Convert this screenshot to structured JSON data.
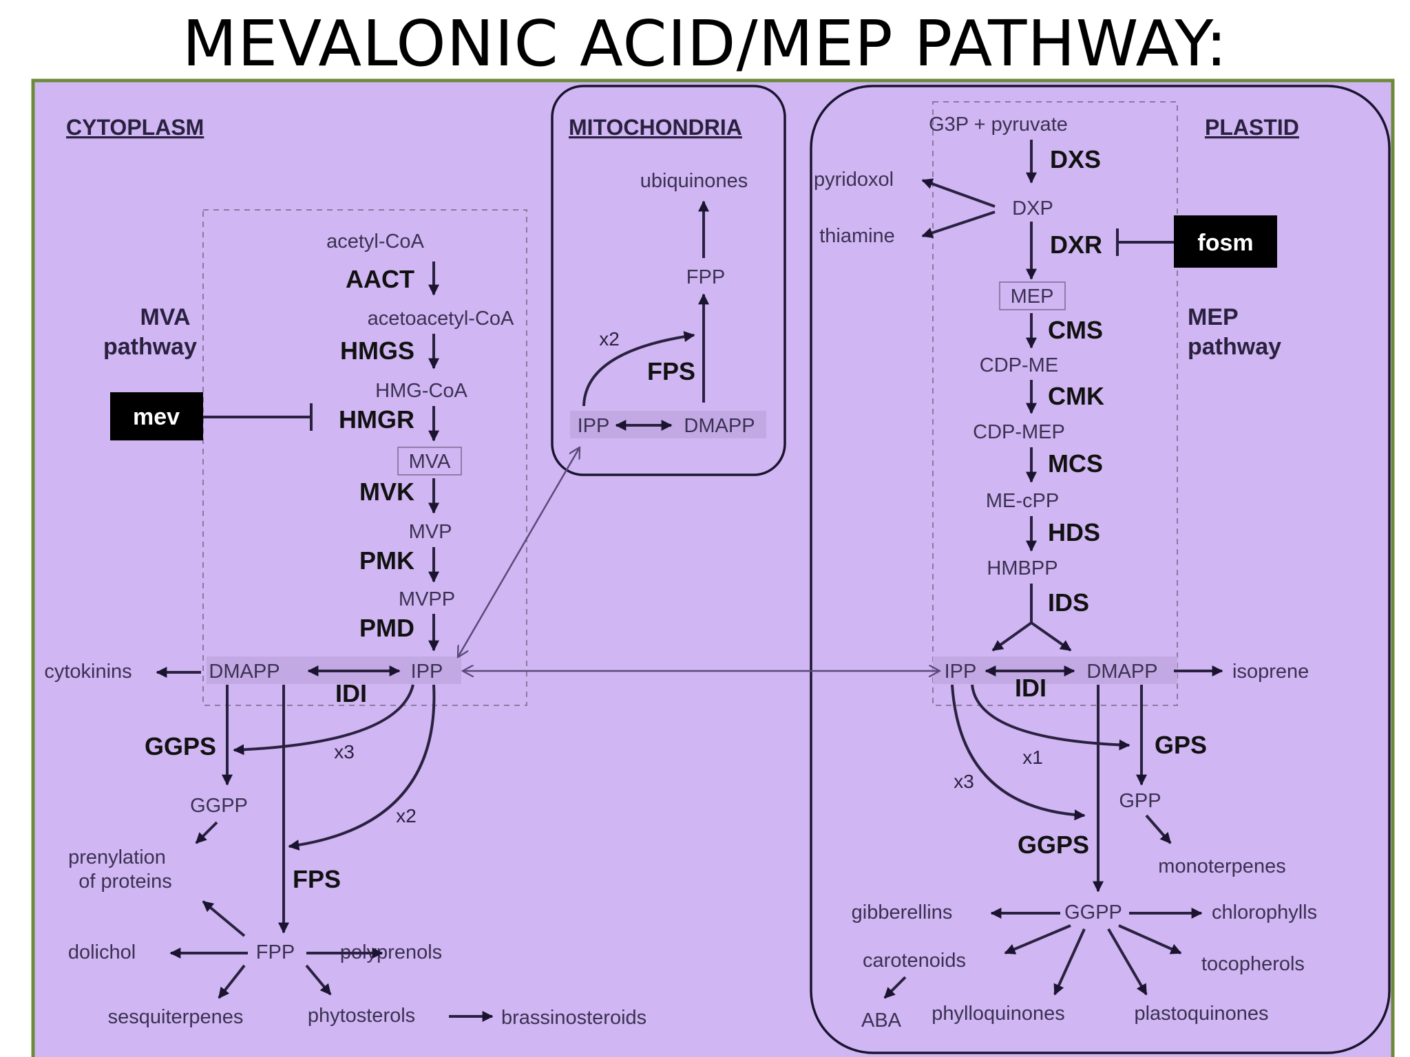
{
  "title": "MEVALONIC ACID/MEP  PATHWAY:",
  "colors": {
    "background": "#d0b6f2",
    "frame": "#6b8a3a",
    "ink": "#2a2140",
    "inhibitor_box": "#000000"
  },
  "compartments": {
    "cytoplasm": "CYTOPLASM",
    "mitochondria": "MITOCHONDRIA",
    "plastid": "PLASTID"
  },
  "pathway_labels": {
    "mva_line1": "MVA",
    "mva_line2": "pathway",
    "mep_line1": "MEP",
    "mep_line2": "pathway"
  },
  "inhibitors": {
    "mev": "mev",
    "fosm": "fosm"
  },
  "mva": {
    "acetyl_coa": "acetyl-CoA",
    "aact": "AACT",
    "acetoacetyl_coa": "acetoacetyl-CoA",
    "hmgs": "HMGS",
    "hmg_coa": "HMG-CoA",
    "hmgr": "HMGR",
    "mva": "MVA",
    "mvk": "MVK",
    "mvp": "MVP",
    "pmk": "PMK",
    "mvpp": "MVPP",
    "pmd": "PMD",
    "dmapp": "DMAPP",
    "ipp": "IPP",
    "idi": "IDI",
    "cytokinins": "cytokinins",
    "ggps": "GGPS",
    "x3": "x3",
    "ggpp": "GGPP",
    "x2": "x2",
    "prenylation_1": "prenylation",
    "prenylation_2": "of proteins",
    "fps": "FPS",
    "fpp": "FPP",
    "dolichol": "dolichol",
    "polyprenols": "polyprenols",
    "sesquiterpenes": "sesquiterpenes",
    "phytosterols": "phytosterols",
    "brassinosteroids": "brassinosteroids"
  },
  "mito": {
    "ubiquinones": "ubiquinones",
    "fpp": "FPP",
    "x2": "x2",
    "fps": "FPS",
    "ipp": "IPP",
    "dmapp": "DMAPP"
  },
  "mep": {
    "g3p": "G3P + pyruvate",
    "dxs": "DXS",
    "pyridoxol": "pyridoxol",
    "dxp": "DXP",
    "thiamine": "thiamine",
    "dxr": "DXR",
    "mep": "MEP",
    "cms": "CMS",
    "cdp_me": "CDP-ME",
    "cmk": "CMK",
    "cdp_mep": "CDP-MEP",
    "mcs": "MCS",
    "me_cpp": "ME-cPP",
    "hds": "HDS",
    "hmbpp": "HMBPP",
    "ids": "IDS",
    "ipp": "IPP",
    "idi": "IDI",
    "dmapp": "DMAPP",
    "isoprene": "isoprene",
    "x1": "x1",
    "x3": "x3",
    "gps": "GPS",
    "gpp": "GPP",
    "ggps": "GGPS",
    "monoterpenes": "monoterpenes",
    "ggpp": "GGPP",
    "gibberellins": "gibberellins",
    "chlorophylls": "chlorophylls",
    "carotenoids": "carotenoids",
    "tocopherols": "tocopherols",
    "aba": "ABA",
    "phylloquinones": "phylloquinones",
    "plastoquinones": "plastoquinones"
  }
}
